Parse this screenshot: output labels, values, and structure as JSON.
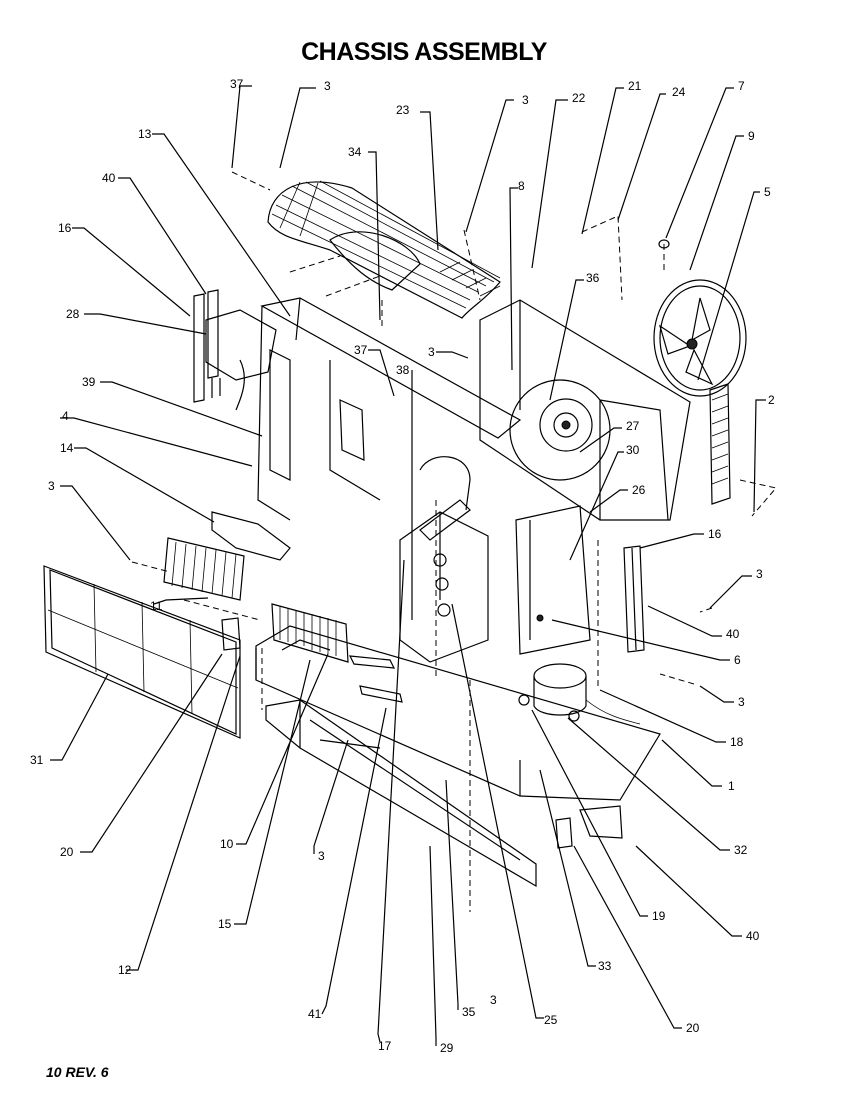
{
  "title": "CHASSIS ASSEMBLY",
  "footer": "10 REV. 6",
  "callouts": [
    "37",
    "3",
    "23",
    "3",
    "22",
    "21",
    "24",
    "7",
    "9",
    "5",
    "13",
    "34",
    "8",
    "40",
    "16",
    "36",
    "28",
    "3",
    "37",
    "38",
    "39",
    "27",
    "30",
    "4",
    "2",
    "14",
    "26",
    "16",
    "3",
    "3",
    "11",
    "40",
    "6",
    "3",
    "18",
    "1",
    "31",
    "32",
    "20",
    "10",
    "3",
    "19",
    "40",
    "15",
    "12",
    "3",
    "33",
    "41",
    "35",
    "25",
    "17",
    "29",
    "20"
  ]
}
